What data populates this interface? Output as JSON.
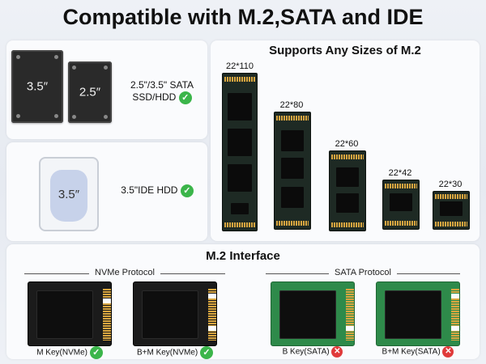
{
  "title": "Compatible with M.2,SATA and IDE",
  "sata_panel": {
    "drive_large": "3.5″",
    "drive_small": "2.5″",
    "line1": "2.5\"/3.5\" SATA",
    "line2": "SSD/HDD",
    "status_icon": "check-icon"
  },
  "ide_panel": {
    "drive_label": "3.5″",
    "description": "3.5\"IDE HDD",
    "status_icon": "check-icon"
  },
  "sizes_panel": {
    "title": "Supports Any Sizes of M.2",
    "sizes": [
      "22*110",
      "22*80",
      "22*60",
      "22*42",
      "22*30"
    ]
  },
  "interface_panel": {
    "title": "M.2 Interface",
    "nvme_protocol": "NVMe Protocol",
    "sata_protocol": "SATA Protocol",
    "cards": [
      {
        "label": "M Key(NVMe)",
        "supported": true
      },
      {
        "label": "B+M Key(NVMe)",
        "supported": true
      },
      {
        "label": "B Key(SATA)",
        "supported": false
      },
      {
        "label": "B+M Key(SATA)",
        "supported": false
      }
    ]
  },
  "colors": {
    "check": "#3bb54a",
    "cross": "#e03a3a",
    "nvme_card": "#1b1b1b",
    "sata_card": "#2e8a4a"
  }
}
